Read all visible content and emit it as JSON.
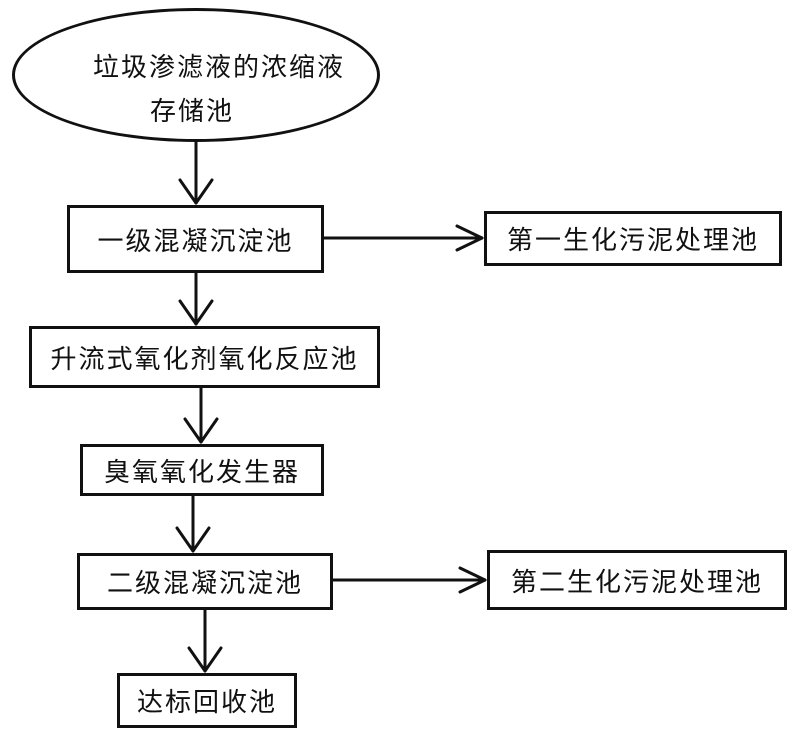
{
  "diagram": {
    "nodes": {
      "storage_line1": "垃圾渗滤液的浓缩液",
      "storage_line2": "存储池",
      "primary_coag": "一级混凝沉淀池",
      "sludge1": "第一生化污泥处理池",
      "upflow_oxidation": "升流式氧化剂氧化反应池",
      "ozone_generator": "臭氧氧化发生器",
      "secondary_coag": "二级混凝沉淀池",
      "sludge2": "第二生化污泥处理池",
      "final_pool": "达标回收池"
    },
    "edges": [
      {
        "from": "storage",
        "to": "primary_coag"
      },
      {
        "from": "primary_coag",
        "to": "sludge1"
      },
      {
        "from": "primary_coag",
        "to": "upflow_oxidation"
      },
      {
        "from": "upflow_oxidation",
        "to": "ozone_generator"
      },
      {
        "from": "ozone_generator",
        "to": "secondary_coag"
      },
      {
        "from": "secondary_coag",
        "to": "sludge2"
      },
      {
        "from": "secondary_coag",
        "to": "final_pool"
      }
    ],
    "line_color": "#111111",
    "background_color": "#ffffff"
  }
}
